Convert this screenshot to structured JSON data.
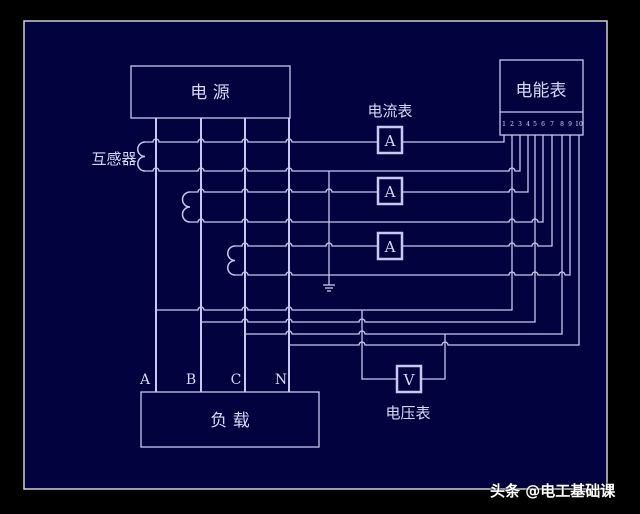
{
  "diagram": {
    "source_label": "电 源",
    "load_label": "负 载",
    "meter_label": "电能表",
    "ammeter_group_label": "电流表",
    "voltmeter_label": "电压表",
    "ct_label": "互感器",
    "phases": [
      "A",
      "B",
      "C",
      "N"
    ],
    "terminals": [
      "1",
      "2",
      "3",
      "4",
      "5",
      "6",
      "7",
      "8",
      "9",
      "10"
    ],
    "ammeter_symbol": "A",
    "voltmeter_symbol": "V"
  },
  "watermark": "头条 @电工基础课",
  "colors": {
    "background": "#02023e",
    "line": "#c8c8f0",
    "frame": "#d0d0d0"
  }
}
